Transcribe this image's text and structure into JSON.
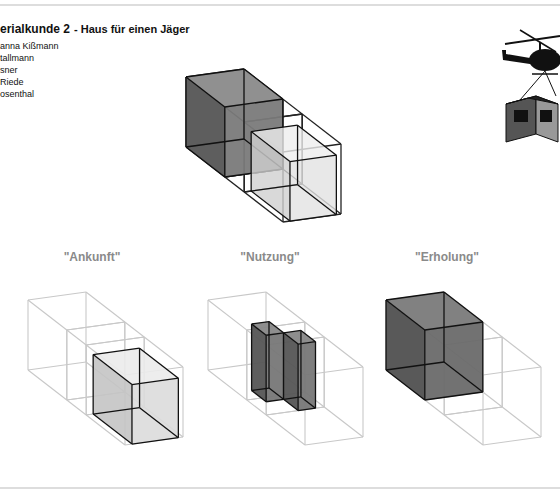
{
  "diagram": {
    "title": "erialkunde 2",
    "labels": [
      "- Haus für einen Jäger",
      "anna Kißmann",
      "tallmann",
      "sner",
      "Riede",
      "osenthal",
      "\"Ankunft\"",
      "\"Nutzung\"",
      "\"Erholung\""
    ]
  }
}
